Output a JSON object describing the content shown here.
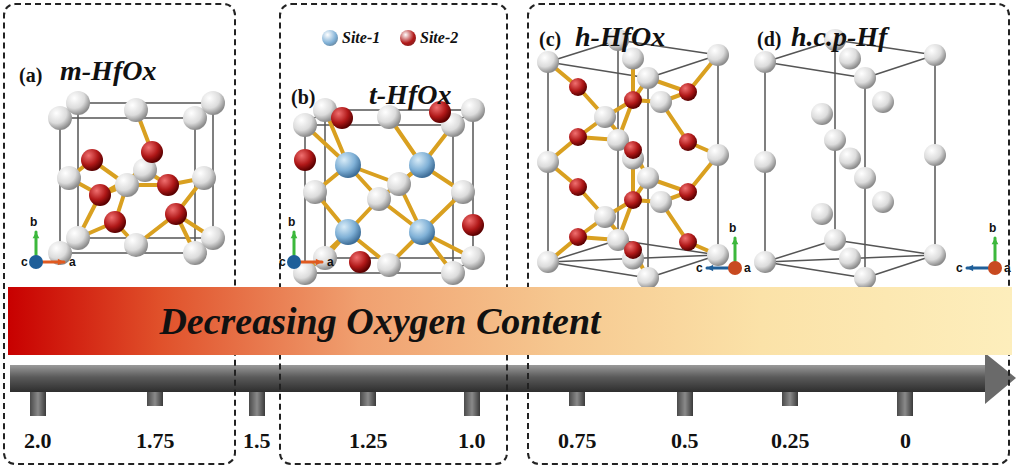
{
  "diagram": {
    "nodes": [
      {
        "text": [
          "(a)",
          "m-HfOx"
        ]
      },
      {
        "text": [
          "(b)",
          "t-HfOx"
        ]
      },
      {
        "text": [
          "(c)",
          "h-HfOx",
          "(d)",
          "h.c.p-Hf"
        ]
      },
      {
        "text": [
          "Decreasing Oxygen Content"
        ]
      }
    ],
    "edges": [],
    "labels": [
      "b",
      "a",
      "c",
      "b",
      "a",
      "c",
      "b",
      "c",
      "a",
      "b",
      "c",
      "a",
      "2.0",
      "1.75",
      "1.5",
      "1.25",
      "1.0",
      "0.75",
      "0.5",
      "0.25",
      "0"
    ],
    "legend": [
      {
        "text": "Site-1",
        "color": "#7fb0d6"
      },
      {
        "text": "Site-2",
        "color": "#b01818"
      }
    ]
  }
}
